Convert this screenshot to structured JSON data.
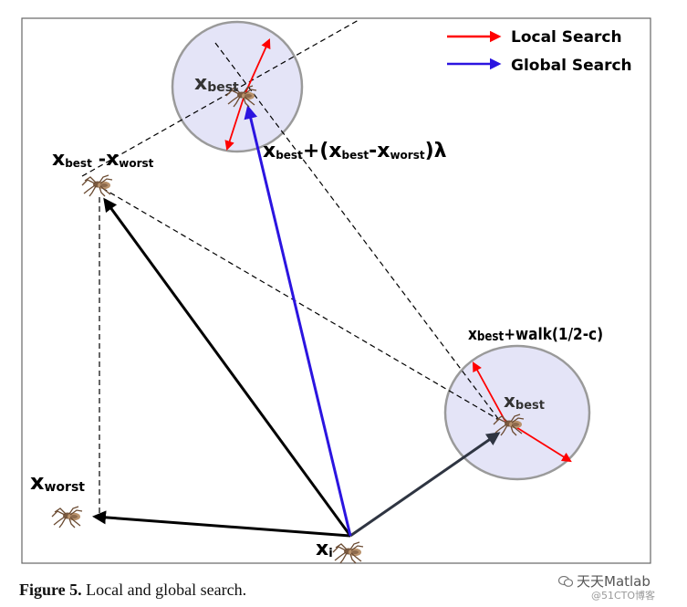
{
  "legend": {
    "local": "Local Search",
    "global": "Global Search",
    "local_color": "#ff0000",
    "global_color": "#2b14e0"
  },
  "labels": {
    "x_best_top": {
      "main": "x",
      "sub": "best"
    },
    "x_best_right": {
      "main": "x",
      "sub": "best"
    },
    "x_best_minus_worst": {
      "main1": "x",
      "sub1": "best",
      "op": " -",
      "main2": "x",
      "sub2": "worst"
    },
    "global_formula": {
      "main1": "x",
      "sub1": "best",
      "op1": "+(",
      "main2": "x",
      "sub2": "best",
      "op2": "-",
      "main3": "x",
      "sub3": "worst",
      "tail": ")λ"
    },
    "walk_formula": {
      "main": "x",
      "sub": "best",
      "tail": "+walk(1/2-c)"
    },
    "x_worst": {
      "main": "x",
      "sub": "worst"
    },
    "x_i": {
      "main": "x",
      "sub": "i"
    }
  },
  "caption": {
    "label": "Figure 5.",
    "text": " Local and global search."
  },
  "watermark": {
    "line1": "天天Matlab",
    "line2": "@51CTO博客"
  },
  "colors": {
    "circle_fill": "#e4e4f7",
    "circle_stroke": "#9a9a9a",
    "black_arrow": "#000000",
    "dark_arrow": "#2f3542",
    "frame": "#666666"
  }
}
